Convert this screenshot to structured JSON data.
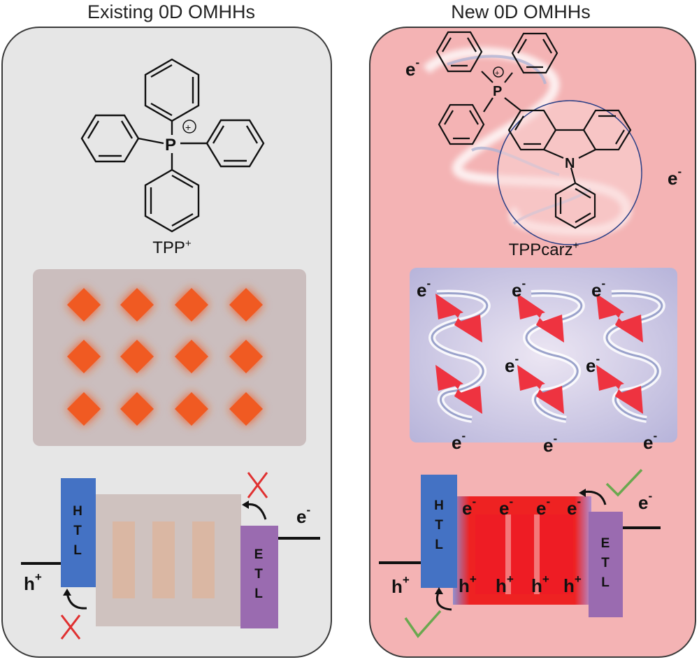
{
  "left": {
    "title": "Existing 0D OMHHs",
    "molecule_label": "TPP",
    "molecule_charge": "+",
    "p_atom": "P",
    "plus_sign": "+",
    "htl": "H T L",
    "etl": "E T L",
    "electron": "e",
    "electron_sup": "-",
    "hole": "h",
    "hole_sup": "+"
  },
  "right": {
    "title": "New 0D OMHHs",
    "molecule_label": "TPPcarz",
    "molecule_charge": "+",
    "p_atom": "P",
    "n_atom": "N",
    "plus_sign": "+",
    "htl": "H T L",
    "etl": "E T L",
    "electron": "e",
    "electron_sup": "-",
    "hole": "h",
    "hole_sup": "+"
  },
  "colors": {
    "left_panel": "#e6e6e6",
    "right_panel": "#f4b3b4",
    "diamond": "#f05a22",
    "bowtie": "#ee3340",
    "htl": "#4472c4",
    "etl": "#9a6bb0",
    "cross": "#e03030",
    "check": "#6aa84f"
  }
}
